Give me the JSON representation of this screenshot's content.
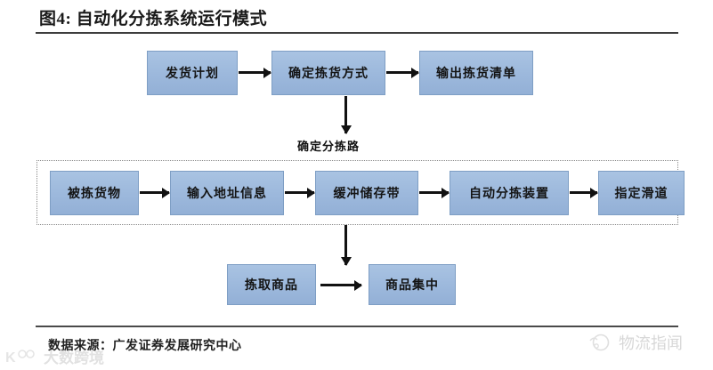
{
  "figure": {
    "title": "图4:  自动化分拣系统运行模式",
    "source_note": "数据来源：广发证券发展研究中心"
  },
  "colors": {
    "node_fill": "#9cb8dc",
    "node_border": "#7e9ec4",
    "arrow": "#111111",
    "rule": "#3d3d3d",
    "dotted_border": "#8a8a8a"
  },
  "flow": {
    "row_top": {
      "nodes": [
        {
          "label": "发货计划"
        },
        {
          "label": "确定拣货方式"
        },
        {
          "label": "输出拣货清单"
        }
      ]
    },
    "mid_label": "确定分拣路",
    "row_middle": {
      "nodes": [
        {
          "label": "被拣货物"
        },
        {
          "label": "输入地址信息"
        },
        {
          "label": "缓冲储存带"
        },
        {
          "label": "自动分拣装置"
        },
        {
          "label": "指定滑道"
        }
      ]
    },
    "row_bottom": {
      "nodes": [
        {
          "label": "拣取商品"
        },
        {
          "label": "商品集中"
        }
      ]
    }
  },
  "watermarks": {
    "left": {
      "text": "大数跨境",
      "icon": "k-logo-icon"
    },
    "right": {
      "text": "物流指闻",
      "icon": "cloud-circle-icon"
    }
  }
}
